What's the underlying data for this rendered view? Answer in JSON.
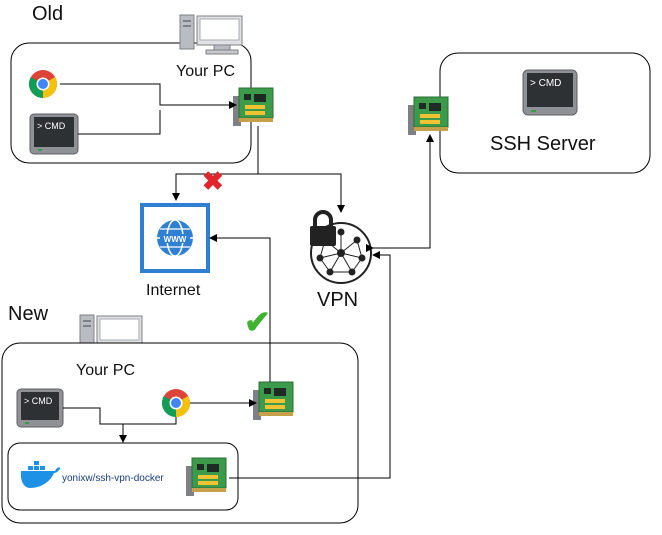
{
  "sections": {
    "old": {
      "title": "Old",
      "pc_label": "Your PC"
    },
    "new": {
      "title": "New",
      "pc_label": "Your PC",
      "container_label": "yonixw/ssh-vpn-docker"
    }
  },
  "internet": {
    "label": "Internet",
    "icon_text": "WWW"
  },
  "vpn": {
    "label": "VPN"
  },
  "ssh_server": {
    "label": "SSH Server"
  },
  "terminal": {
    "prompt": "> CMD"
  },
  "status": {
    "blocked": "✖",
    "allowed": "✔"
  },
  "colors": {
    "nic_green": "#3c9a4b",
    "internet_blue": "#2f7fd2",
    "chrome_red": "#db4437",
    "chrome_yellow": "#f4c20d",
    "chrome_green": "#0f9d58",
    "chrome_blue": "#4285f4",
    "docker_blue": "#1d91e6",
    "cross_red": "#e0262b",
    "check_green": "#3fb232"
  }
}
